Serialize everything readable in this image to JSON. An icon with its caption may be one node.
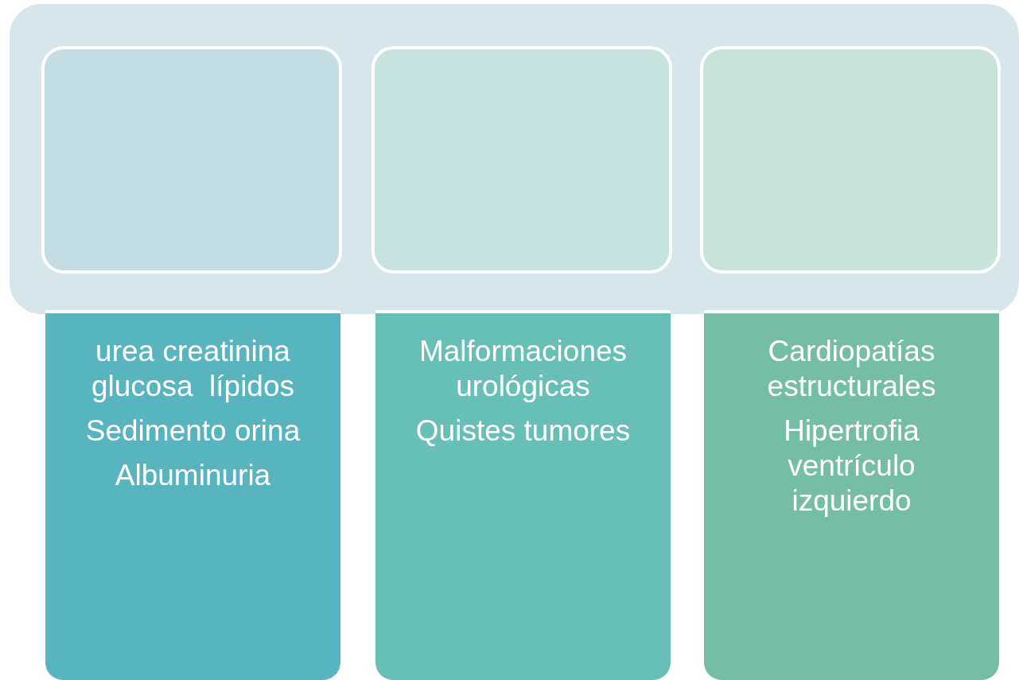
{
  "diagram": {
    "nodes": [
      {
        "text": [],
        "shape": "box"
      },
      {
        "text": [],
        "shape": "box",
        "in": 0
      },
      {
        "text": [],
        "shape": "box",
        "in": 0
      },
      {
        "text": [],
        "shape": "box",
        "in": 0
      },
      {
        "text": [
          "urea creatinina glucosa  lípidos",
          "Sedimento orina",
          "Albuminuria"
        ]
      },
      {
        "text": [
          "Malformaciones urológicas",
          "Quistes tumores"
        ]
      },
      {
        "text": [
          "Cardiopatías estructurales",
          "Hipertrofia ventrículo izquierdo"
        ]
      }
    ]
  }
}
